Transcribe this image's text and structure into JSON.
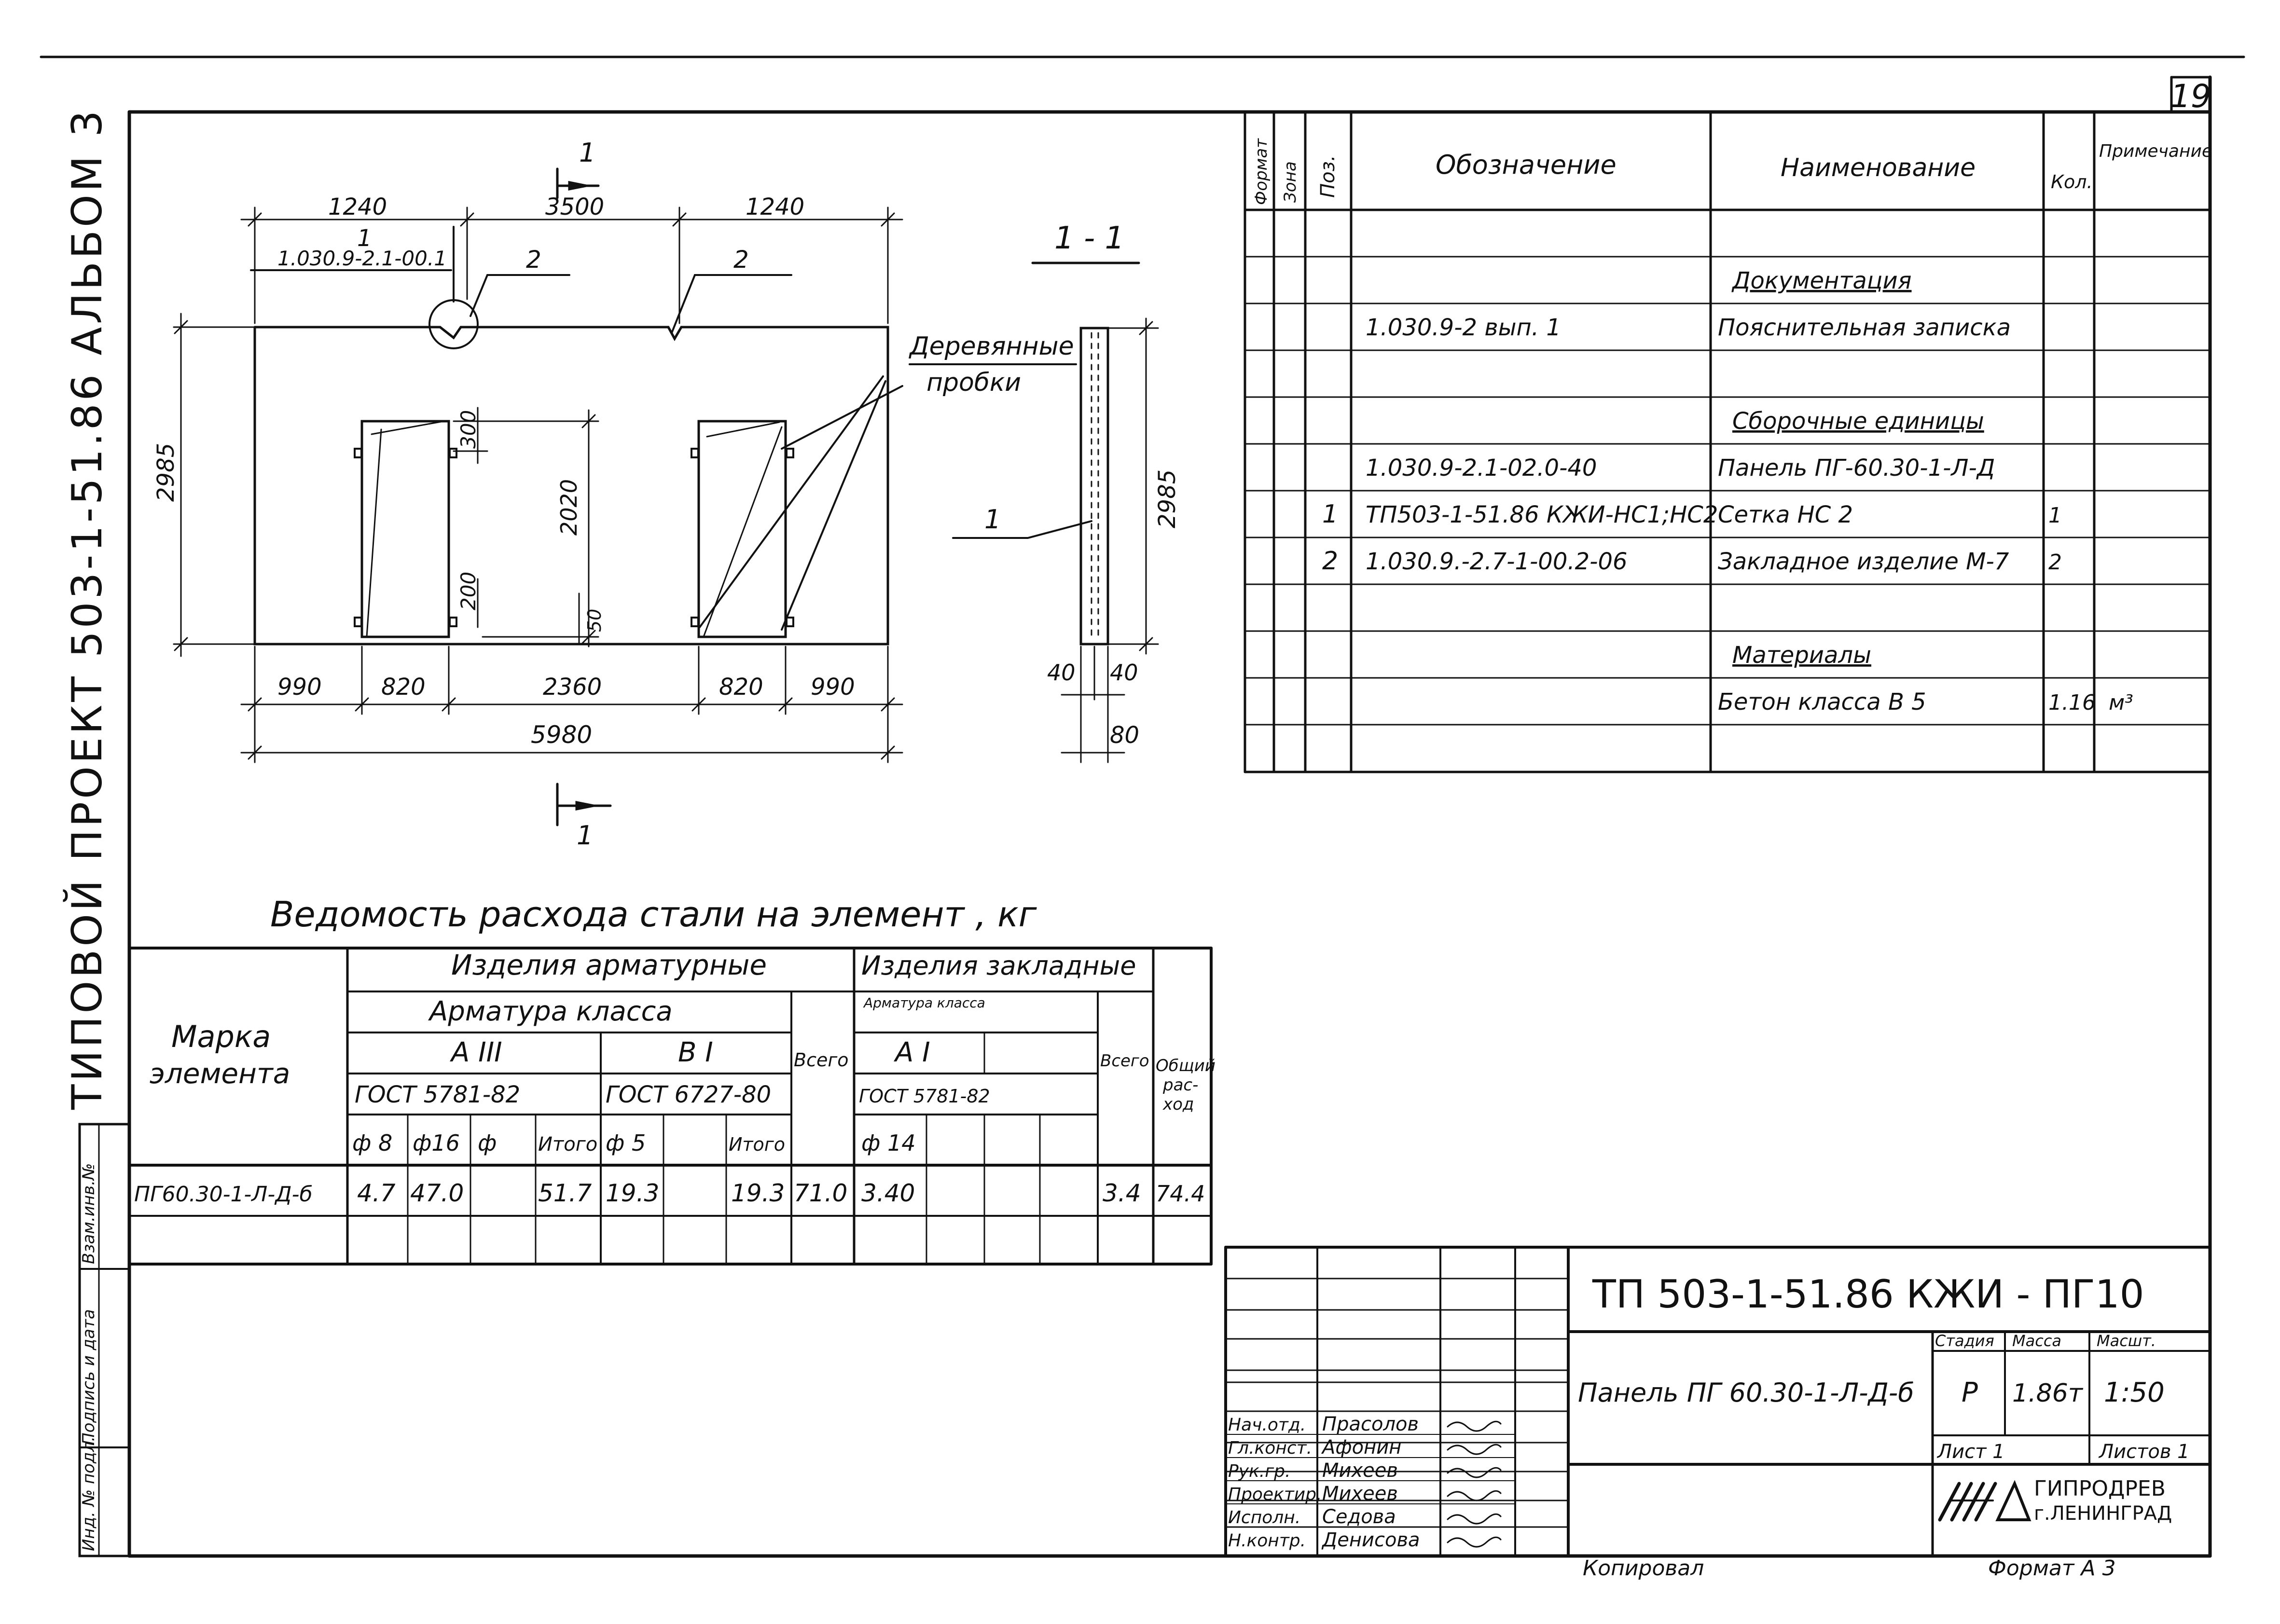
{
  "sheet": {
    "number": "19",
    "side_stamp": {
      "title": "ТИПОВОЙ ПРОЕКТ   503-1-51.86   АЛЬБОМ 3",
      "cells": [
        "Инд. № подл.",
        "Подпись и дата",
        "Взам.инв.№"
      ]
    },
    "copied": "Копировал",
    "format": "Формат А 3"
  },
  "drawing": {
    "panel_dims": {
      "top": [
        "1240",
        "3500",
        "1240"
      ],
      "bottom_segments": [
        "990",
        "820",
        "2360",
        "820",
        "990"
      ],
      "total": "5980",
      "height": "2985",
      "opening_height": "2020",
      "d300": "300",
      "d200": "200",
      "d50": "50"
    },
    "leader_1": "1",
    "leader_ref": "1.030.9-2.1-00.1",
    "leader_2a": "2",
    "leader_2b": "2",
    "section_mark": "1",
    "wood_plugs": [
      "Деревянные",
      "пробки"
    ],
    "section": {
      "title": "1 - 1",
      "height": "2985",
      "pos": "1",
      "w_left": "40",
      "w_right": "40",
      "w_total": "80"
    }
  },
  "spec": {
    "headers": {
      "format": "Формат",
      "zone": "Зона",
      "pos": "Поз.",
      "designation": "Обозначение",
      "name": "Наименование",
      "qty": "Кол.",
      "note": "Примечание"
    },
    "rows": [
      {
        "pos": "",
        "designation": "",
        "name": "",
        "qty": "",
        "note": ""
      },
      {
        "pos": "",
        "designation": "",
        "name": "Документация",
        "qty": "",
        "note": "",
        "section": true
      },
      {
        "pos": "",
        "designation": "1.030.9-2   вып. 1",
        "name": "Пояснительная записка",
        "qty": "",
        "note": ""
      },
      {
        "pos": "",
        "designation": "",
        "name": "",
        "qty": "",
        "note": ""
      },
      {
        "pos": "",
        "designation": "",
        "name": "Сборочные единицы",
        "qty": "",
        "note": "",
        "section": true
      },
      {
        "pos": "",
        "designation": "1.030.9-2.1-02.0-40",
        "name": "Панель ПГ-60.30-1-Л-Д",
        "qty": "",
        "note": ""
      },
      {
        "pos": "1",
        "designation": "ТП503-1-51.86 КЖИ-НС1;НС2",
        "name": "Сетка         НС 2",
        "qty": "1",
        "note": ""
      },
      {
        "pos": "2",
        "designation": "1.030.9.-2.7-1-00.2-06",
        "name": "Закладное изделие М-7",
        "qty": "2",
        "note": ""
      },
      {
        "pos": "",
        "designation": "",
        "name": "",
        "qty": "",
        "note": ""
      },
      {
        "pos": "",
        "designation": "",
        "name": "Материалы",
        "qty": "",
        "note": "",
        "section": true
      },
      {
        "pos": "",
        "designation": "",
        "name": "Бетон   класса В 5",
        "qty": "1.16",
        "note": "м³"
      },
      {
        "pos": "",
        "designation": "",
        "name": "",
        "qty": "",
        "note": ""
      }
    ]
  },
  "steel": {
    "title": "Ведомость   расхода   стали   на   элемент ,    кг",
    "headers": {
      "mark": "Марка элемента",
      "reinforcing": "Изделия   арматурные",
      "embedded": "Изделия   закладные",
      "armature_class": "Арматура     класса",
      "armature_class_small": "Арматура класса",
      "a3": "А III",
      "b1": "В I",
      "a1": "А I",
      "gost1": "ГОСТ 5781-82",
      "gost2": "ГОСТ 6727-80",
      "gost3": "ГОСТ 5781-82",
      "total1": "Всего",
      "total2": "Всего",
      "overall": "Общий рас- ход",
      "d8": "ф 8",
      "d16": "ф16",
      "dx": "ф",
      "subtotal1": "Итого",
      "d5": "ф 5",
      "subtotal2": "Итого",
      "d14": "ф 14"
    },
    "row": {
      "mark": "ПГ60.30-1-Л-Д-б",
      "d8": "4.7",
      "d16": "47.0",
      "dx": "",
      "subtotal1": "51.7",
      "d5": "19.3",
      "blank": "",
      "subtotal2": "19.3",
      "total1": "71.0",
      "d14": "3.40",
      "total2": "3.4",
      "overall": "74.4"
    }
  },
  "titleblock": {
    "code": "ТП  503-1-51.86  КЖИ - ПГ10",
    "name": "Панель  ПГ 60.30-1-Л-Д-б",
    "stage_label": "Стадия",
    "mass_label": "Масса",
    "scale_label": "Масшт.",
    "stage": "Р",
    "mass": "1.86т",
    "scale": "1:50",
    "sheet_label": "Лист 1",
    "sheets_label": "Листов 1",
    "company": "ГИПРОДРЕВ",
    "company2": "г.ЛЕНИНГРАД",
    "people": [
      {
        "role": "Нач.отд.",
        "name": "Прасолов"
      },
      {
        "role": "Гл.конст.",
        "name": "Афонин"
      },
      {
        "role": "Рук.гр.",
        "name": "Михеев"
      },
      {
        "role": "Проектир.",
        "name": "Михеев"
      },
      {
        "role": "Исполн.",
        "name": "Седова"
      },
      {
        "role": "Н.контр.",
        "name": "Денисова"
      }
    ]
  }
}
